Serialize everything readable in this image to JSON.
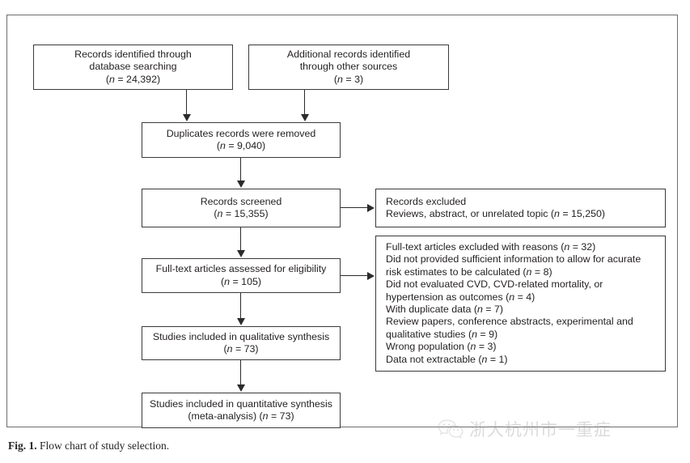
{
  "figure": {
    "caption_label": "Fig. 1.",
    "caption_text": " Flow chart of study selection.",
    "frame_color": "#6e6e6e",
    "box_border_color": "#3a3a3a",
    "connector_color": "#2b2b2b",
    "text_color": "#231f20"
  },
  "boxes": {
    "db_search": {
      "name": "records-identified-database",
      "line1": "Records identified through",
      "line2": "database searching",
      "count_prefix": "(",
      "count_var": "n",
      "count_value": " = 24,392)"
    },
    "other_sources": {
      "name": "additional-records-other-sources",
      "line1": "Additional records identified",
      "line2": "through other sources",
      "count_prefix": "(",
      "count_var": "n",
      "count_value": " = 3)"
    },
    "duplicates": {
      "name": "duplicates-removed",
      "line1": "Duplicates records were removed",
      "count_prefix": "(",
      "count_var": "n",
      "count_value": " = 9,040)"
    },
    "screened": {
      "name": "records-screened",
      "line1": "Records screened",
      "count_prefix": "(",
      "count_var": "n",
      "count_value": " = 15,355)"
    },
    "excluded_screening": {
      "name": "records-excluded",
      "line1": "Records excluded",
      "line2_a": "Reviews, abstract, or unrelated topic (",
      "line2_var": "n",
      "line2_b": " = 15,250)"
    },
    "fulltext": {
      "name": "fulltext-assessed-eligibility",
      "line1": "Full-text articles assessed for eligibility",
      "count_prefix": "(",
      "count_var": "n",
      "count_value": " = 105)"
    },
    "excluded_fulltext": {
      "name": "fulltext-excluded-with-reasons",
      "heading_a": "Full-text articles excluded with reasons (",
      "heading_var": "n",
      "heading_b": " = 32)",
      "reasons": [
        {
          "text_a": "Did not provided sufficient information to allow for acurate risk estimates to be calculated (",
          "var": "n",
          "text_b": " = 8)"
        },
        {
          "text_a": "Did not evaluated CVD, CVD-related mortality, or hypertension as outcomes (",
          "var": "n",
          "text_b": " = 4)"
        },
        {
          "text_a": "With duplicate data (",
          "var": "n",
          "text_b": " = 7)"
        },
        {
          "text_a": "Review papers, conference abstracts, experimental and qualitative studies (",
          "var": "n",
          "text_b": " = 9)"
        },
        {
          "text_a": "Wrong population (",
          "var": "n",
          "text_b": " = 3)"
        },
        {
          "text_a": "Data not extractable (",
          "var": "n",
          "text_b": " = 1)"
        }
      ]
    },
    "qualitative": {
      "name": "studies-qualitative-synthesis",
      "line1": "Studies included in qualitative synthesis",
      "count_prefix": "(",
      "count_var": "n",
      "count_value": " = 73)"
    },
    "quantitative": {
      "name": "studies-quantitative-synthesis",
      "line1": "Studies included in quantitative synthesis",
      "line2_a": "(meta-analysis) (",
      "line2_var": "n",
      "line2_b": " = 73)"
    }
  },
  "watermark": {
    "icon": "wechat-icon",
    "text": "浙大杭州市一重症",
    "color": "#8e8e8e"
  }
}
